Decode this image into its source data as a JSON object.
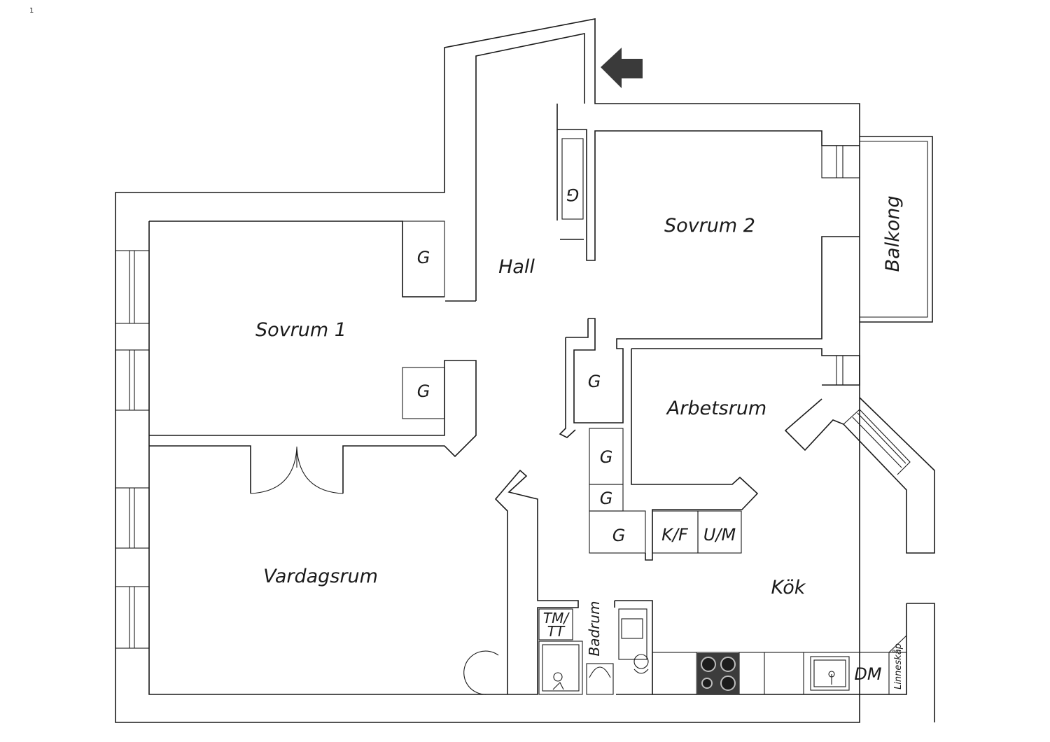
{
  "page_number": "1",
  "rooms": {
    "sovrum1": "Sovrum 1",
    "sovrum2": "Sovrum 2",
    "hall": "Hall",
    "arbetsrum": "Arbetsrum",
    "vardagsrum": "Vardagsrum",
    "kok": "Kök",
    "balkong": "Balkong",
    "badrum": "Badrum"
  },
  "fixtures": {
    "garderob": "G",
    "kyl_frys": "K/F",
    "ugn_mikro": "U/M",
    "tvattmaskin_1": "TM/",
    "tvattmaskin_2": "TT",
    "diskmaskin": "DM",
    "linneskap": "Linneskåp"
  },
  "entrance_arrow_color": "#3a3a3a",
  "stove_color": "#3c3c3c"
}
